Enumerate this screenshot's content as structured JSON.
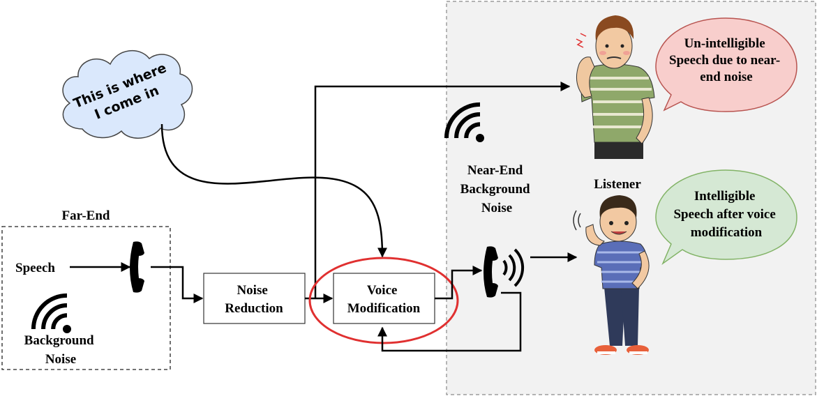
{
  "regions": {
    "far_end_label": "Far-End"
  },
  "far_end": {
    "speech_label": "Speech",
    "background_noise_label_line1": "Background",
    "background_noise_label_line2": "Noise"
  },
  "cloud": {
    "line1": "This is where",
    "line2": "I come in"
  },
  "blocks": {
    "noise_reduction_line1": "Noise",
    "noise_reduction_line2": "Reduction",
    "voice_modification_line1": "Voice",
    "voice_modification_line2": "Modification"
  },
  "near_end": {
    "noise_line1": "Near-End",
    "noise_line2": "Background",
    "noise_line3": "Noise",
    "listener_label": "Listener"
  },
  "bubbles": {
    "unintelligible_line1": "Un-intelligible",
    "unintelligible_line2": "Speech due to near-",
    "unintelligible_line3": "end noise",
    "intelligible_line1": "Intelligible",
    "intelligible_line2": "Speech after voice",
    "intelligible_line3": "modification"
  },
  "colors": {
    "near_end_bg": "#f2f2f2",
    "cloud_fill": "#dae8fc",
    "bubble_red_fill": "#f8cecc",
    "bubble_red_stroke": "#b85450",
    "bubble_green_fill": "#d5e8d4",
    "bubble_green_stroke": "#82b366",
    "highlight_ellipse": "#e03030"
  }
}
